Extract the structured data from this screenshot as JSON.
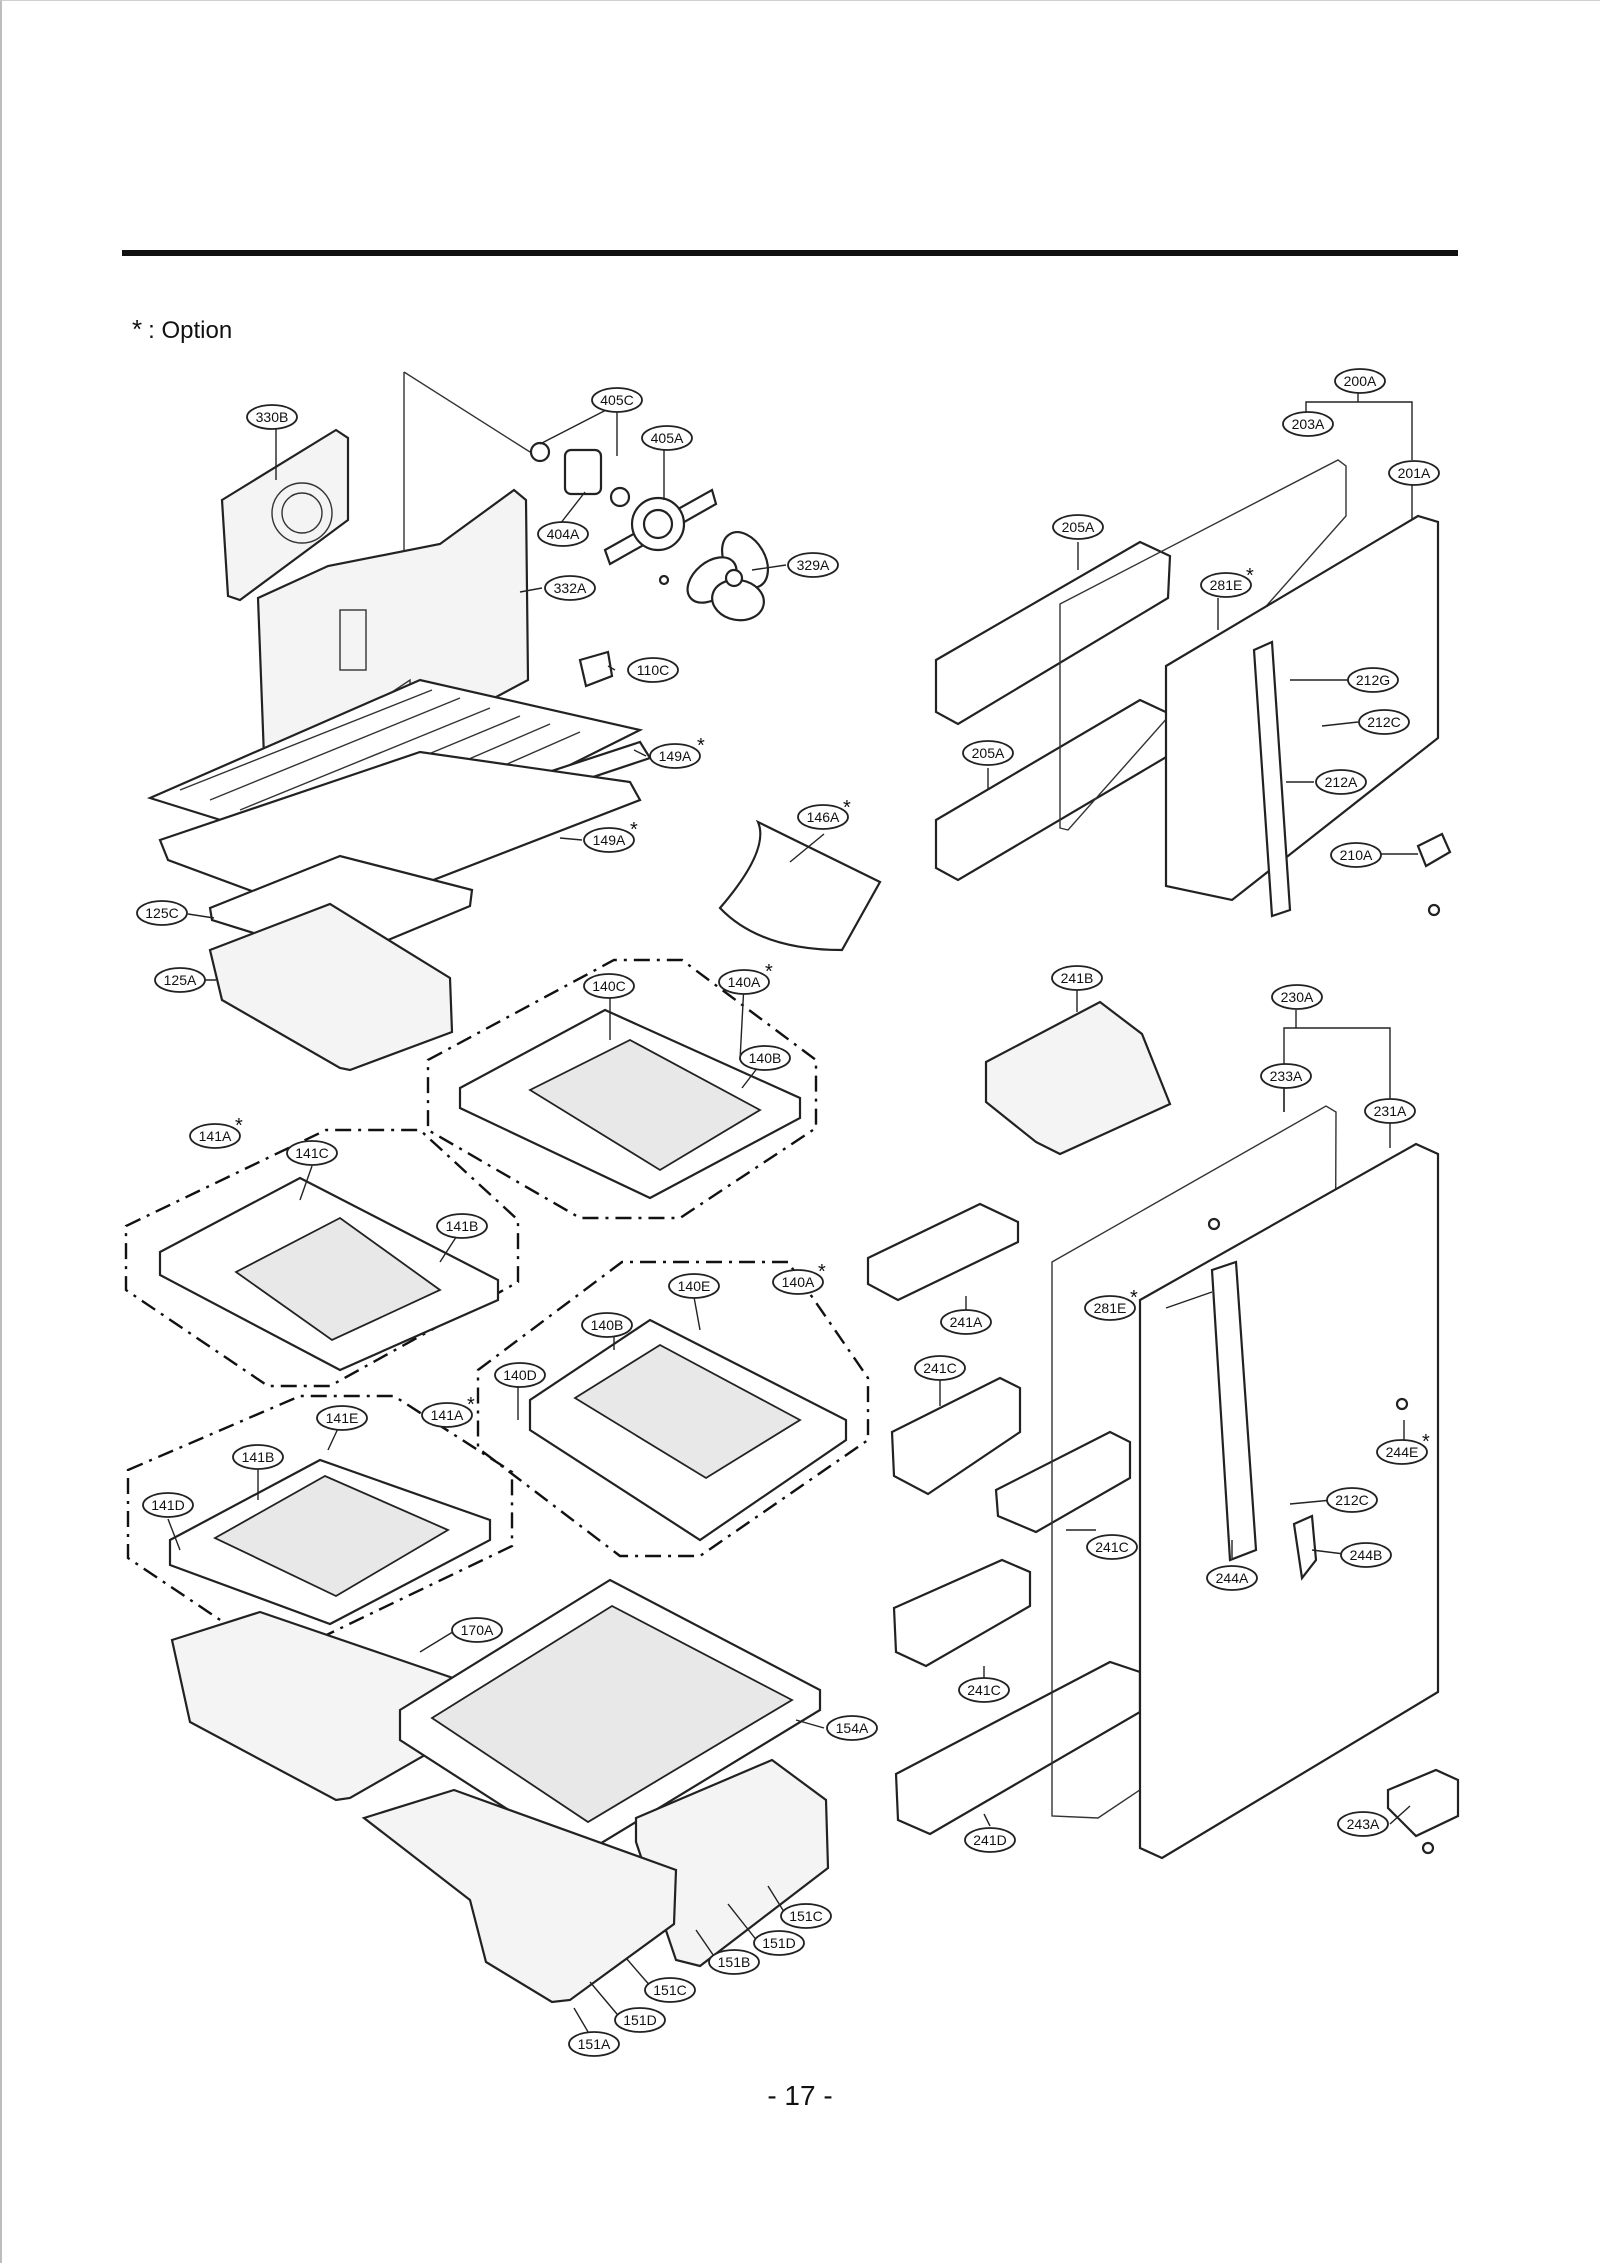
{
  "legend": {
    "symbol": "*",
    "text": ": Option"
  },
  "page_number": "- 17 -",
  "callouts": [
    {
      "id": "330B",
      "label": "330B",
      "option": false
    },
    {
      "id": "405C",
      "label": "405C",
      "option": false
    },
    {
      "id": "405A",
      "label": "405A",
      "option": false
    },
    {
      "id": "404A",
      "label": "404A",
      "option": false
    },
    {
      "id": "329A",
      "label": "329A",
      "option": false
    },
    {
      "id": "332A",
      "label": "332A",
      "option": false
    },
    {
      "id": "110C",
      "label": "110C",
      "option": false
    },
    {
      "id": "149A-1",
      "label": "149A",
      "option": true
    },
    {
      "id": "149A-2",
      "label": "149A",
      "option": true
    },
    {
      "id": "146A",
      "label": "146A",
      "option": true
    },
    {
      "id": "125C",
      "label": "125C",
      "option": false
    },
    {
      "id": "125A",
      "label": "125A",
      "option": false
    },
    {
      "id": "140C-1",
      "label": "140C",
      "option": false
    },
    {
      "id": "140A-1",
      "label": "140A",
      "option": true
    },
    {
      "id": "140B-1",
      "label": "140B",
      "option": false
    },
    {
      "id": "141A-1",
      "label": "141A",
      "option": true
    },
    {
      "id": "141C",
      "label": "141C",
      "option": false
    },
    {
      "id": "141B-1",
      "label": "141B",
      "option": false
    },
    {
      "id": "140E",
      "label": "140E",
      "option": false
    },
    {
      "id": "140A-2",
      "label": "140A",
      "option": true
    },
    {
      "id": "140B-2",
      "label": "140B",
      "option": false
    },
    {
      "id": "140D",
      "label": "140D",
      "option": false
    },
    {
      "id": "141E",
      "label": "141E",
      "option": false
    },
    {
      "id": "141A-2",
      "label": "141A",
      "option": true
    },
    {
      "id": "141B-2",
      "label": "141B",
      "option": false
    },
    {
      "id": "141D",
      "label": "141D",
      "option": false
    },
    {
      "id": "170A",
      "label": "170A",
      "option": false
    },
    {
      "id": "154A",
      "label": "154A",
      "option": false
    },
    {
      "id": "151C-1",
      "label": "151C",
      "option": false
    },
    {
      "id": "151D-1",
      "label": "151D",
      "option": false
    },
    {
      "id": "151B",
      "label": "151B",
      "option": false
    },
    {
      "id": "151C-2",
      "label": "151C",
      "option": false
    },
    {
      "id": "151D-2",
      "label": "151D",
      "option": false
    },
    {
      "id": "151A",
      "label": "151A",
      "option": false
    },
    {
      "id": "200A",
      "label": "200A",
      "option": false
    },
    {
      "id": "203A",
      "label": "203A",
      "option": false
    },
    {
      "id": "201A",
      "label": "201A",
      "option": false
    },
    {
      "id": "205A-1",
      "label": "205A",
      "option": false
    },
    {
      "id": "281E-1",
      "label": "281E",
      "option": true
    },
    {
      "id": "212G",
      "label": "212G",
      "option": false
    },
    {
      "id": "212C-1",
      "label": "212C",
      "option": false
    },
    {
      "id": "205A-2",
      "label": "205A",
      "option": false
    },
    {
      "id": "212A",
      "label": "212A",
      "option": false
    },
    {
      "id": "210A",
      "label": "210A",
      "option": false
    },
    {
      "id": "241B",
      "label": "241B",
      "option": false
    },
    {
      "id": "230A",
      "label": "230A",
      "option": false
    },
    {
      "id": "233A",
      "label": "233A",
      "option": false
    },
    {
      "id": "231A",
      "label": "231A",
      "option": false
    },
    {
      "id": "241A",
      "label": "241A",
      "option": false
    },
    {
      "id": "281E-2",
      "label": "281E",
      "option": true
    },
    {
      "id": "241C-1",
      "label": "241C",
      "option": false
    },
    {
      "id": "244E",
      "label": "244E",
      "option": true
    },
    {
      "id": "212C-2",
      "label": "212C",
      "option": false
    },
    {
      "id": "241C-2",
      "label": "241C",
      "option": false
    },
    {
      "id": "244B",
      "label": "244B",
      "option": false
    },
    {
      "id": "244A",
      "label": "244A",
      "option": false
    },
    {
      "id": "241C-3",
      "label": "241C",
      "option": false
    },
    {
      "id": "241D",
      "label": "241D",
      "option": false
    },
    {
      "id": "243A",
      "label": "243A",
      "option": false
    }
  ]
}
